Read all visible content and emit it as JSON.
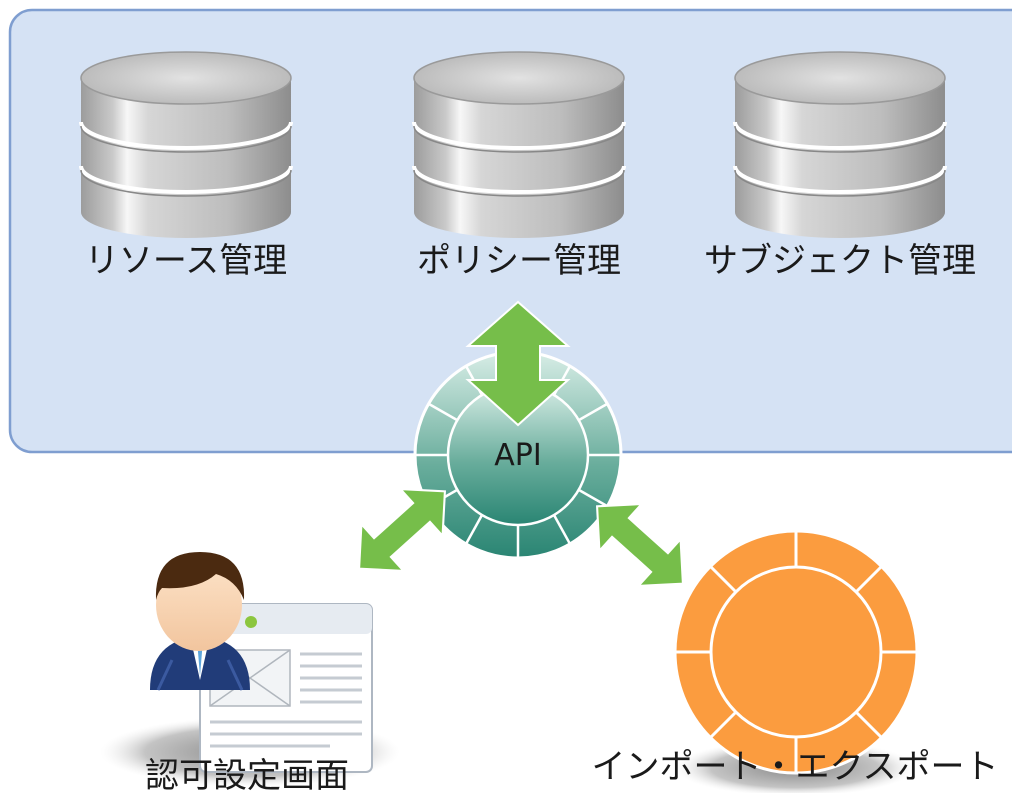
{
  "modules": {
    "resource": "リソース管理",
    "policy": "ポリシー管理",
    "subject": "サブジェクト管理"
  },
  "api": {
    "label": "API"
  },
  "admin_screen": {
    "label": "認可設定画面"
  },
  "import_export": {
    "label": "インポート・エクスポート"
  },
  "colors": {
    "panel_fill": "#d5e2f4",
    "panel_border": "#7f9ed0",
    "database": "#c6c6c6",
    "arrow": "#76be4a",
    "api_ring": "#2f8f7c",
    "import_export": "#fb9c3f"
  }
}
